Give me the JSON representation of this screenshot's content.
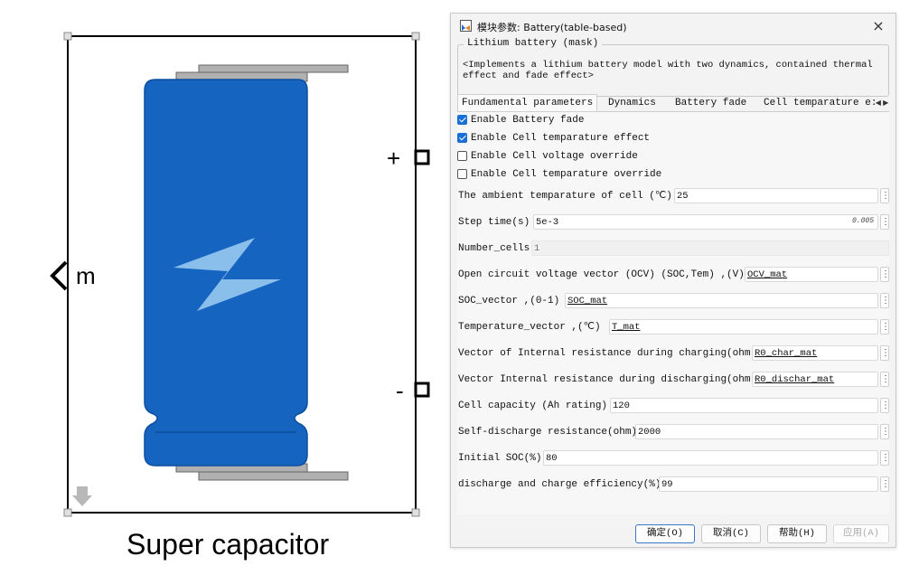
{
  "block": {
    "caption": "Super capacitor",
    "port_plus": "+",
    "port_minus": "-",
    "port_m": "m",
    "body_color": "#1565c0",
    "body_stroke": "#0d4f9e",
    "symbol_color": "#90c4ee",
    "terminal_color": "#b0b0b0"
  },
  "dialog": {
    "title": "模块参数: Battery(table-based)",
    "close": "×",
    "mask": {
      "title": "Lithium battery  (mask)",
      "description": "<Implements a lithium battery model with two dynamics, contained thermal effect and fade effect>"
    },
    "tabs": [
      {
        "label": "Fundamental parameters",
        "active": true
      },
      {
        "label": "Dynamics",
        "active": false
      },
      {
        "label": "Battery fade",
        "active": false
      },
      {
        "label": "Cell temparature e:",
        "active": false
      }
    ],
    "tab_scroll": "◀ ▶",
    "checkboxes": [
      {
        "label": "Enable Battery fade",
        "checked": true
      },
      {
        "label": "Enable Cell temparature effect",
        "checked": true
      },
      {
        "label": "Enable Cell voltage override",
        "checked": false
      },
      {
        "label": "Enable Cell temparature override",
        "checked": false
      }
    ],
    "params": [
      {
        "label": "The ambient temparature of cell (℃)",
        "value": "25",
        "hint": "",
        "disabled": false,
        "underline": false
      },
      {
        "label": "Step time(s)",
        "value": "5e-3",
        "hint": "0.005",
        "disabled": false,
        "underline": false
      },
      {
        "label": "Number_cells",
        "value": "1",
        "hint": "",
        "disabled": true,
        "underline": false
      },
      {
        "label": "Open circuit voltage vector (OCV) (SOC,Tem) ,(V)",
        "value": "OCV_mat",
        "hint": "",
        "disabled": false,
        "underline": true
      },
      {
        "label": "SOC_vector ,(0-1)",
        "value": "SOC_mat",
        "hint": "",
        "disabled": false,
        "underline": true
      },
      {
        "label": "Temperature_vector  ,(℃)",
        "value": "T_mat",
        "hint": "",
        "disabled": false,
        "underline": true
      },
      {
        "label": "Vector of Internal resistance during charging(ohm)",
        "value": "R0_char_mat",
        "hint": "",
        "disabled": false,
        "underline": true
      },
      {
        "label": "Vector Internal resistance during discharging(ohm)",
        "value": "R0_dischar_mat",
        "hint": "",
        "disabled": false,
        "underline": true
      },
      {
        "label": "Cell capacity (Ah rating)",
        "value": "120",
        "hint": "",
        "disabled": false,
        "underline": false
      },
      {
        "label": "Self-discharge resistance(ohm)",
        "value": "2000",
        "hint": "",
        "disabled": false,
        "underline": false
      },
      {
        "label": "Initial SOC(%)",
        "value": "80",
        "hint": "",
        "disabled": false,
        "underline": false
      },
      {
        "label": "discharge and charge efficiency(%)",
        "value": "99",
        "hint": "",
        "disabled": false,
        "underline": false
      }
    ],
    "param_menu": "⋮",
    "buttons": {
      "ok": "确定(O)",
      "cancel": "取消(C)",
      "help": "帮助(H)",
      "apply": "应用(A)"
    }
  }
}
